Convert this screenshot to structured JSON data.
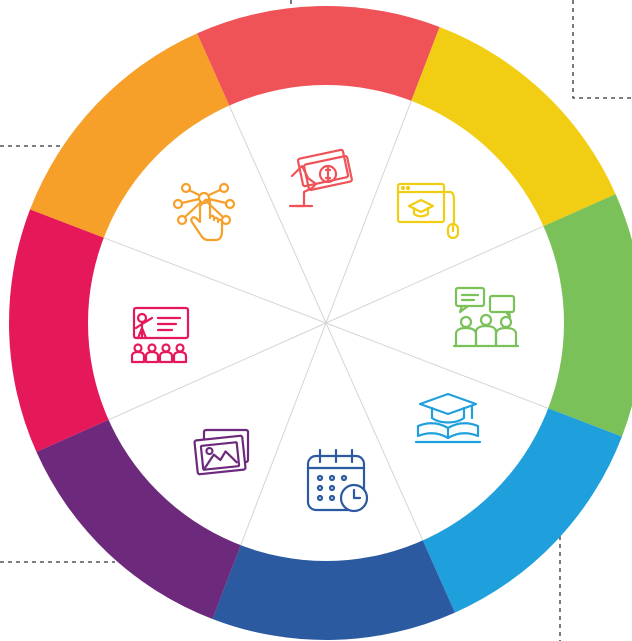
{
  "wheel": {
    "segments": [
      {
        "id": "money",
        "color": "#ef5358",
        "icon": "hand-money-icon"
      },
      {
        "id": "elearning",
        "color": "#f1cd14",
        "icon": "online-course-icon"
      },
      {
        "id": "discuss",
        "color": "#7bc15a",
        "icon": "group-discussion-icon"
      },
      {
        "id": "education",
        "color": "#1fa0dc",
        "icon": "graduation-book-icon"
      },
      {
        "id": "schedule",
        "color": "#2c5aa0",
        "icon": "calendar-clock-icon"
      },
      {
        "id": "gallery",
        "color": "#6d2a7c",
        "icon": "photo-gallery-icon"
      },
      {
        "id": "teaching",
        "color": "#e5195a",
        "icon": "presentation-icon"
      },
      {
        "id": "network",
        "color": "#f6a02a",
        "icon": "touch-network-icon"
      }
    ],
    "divider_color": "#d5d5d5",
    "connector_color": "#333333"
  }
}
